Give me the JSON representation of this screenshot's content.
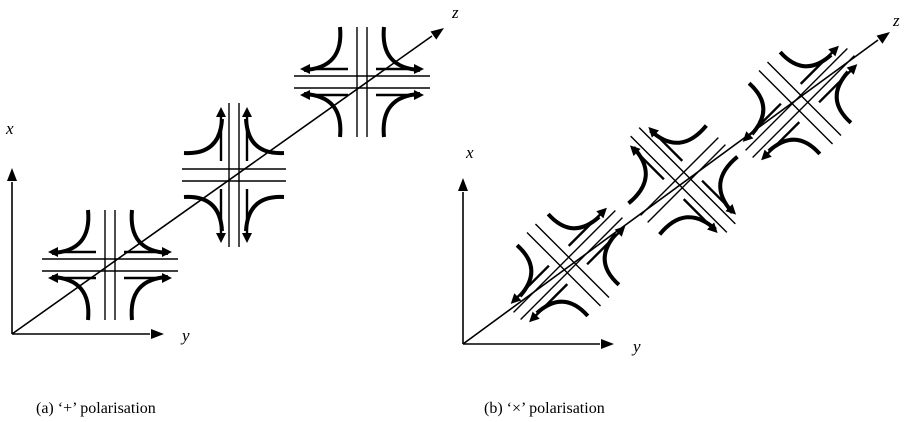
{
  "panel_a": {
    "axis_x": "x",
    "axis_y": "y",
    "axis_z": "z",
    "caption": "(a) ‘+’ polarisation"
  },
  "panel_b": {
    "axis_x": "x",
    "axis_y": "y",
    "axis_z": "z",
    "caption": "(b) ‘×’ polarisation"
  },
  "colors": {
    "ink": "#000000",
    "background": "#ffffff"
  }
}
